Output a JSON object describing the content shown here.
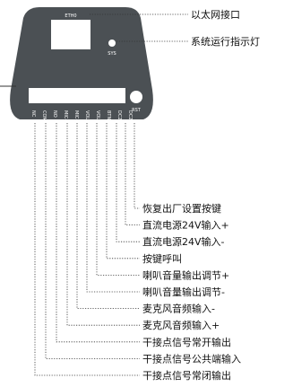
{
  "device": {
    "eth_port": "ETH0",
    "sys_led": "SYS",
    "rst_button": "RST",
    "pins": [
      "NC",
      "COM",
      "NO",
      "MIC-",
      "MIC+",
      "VOL-",
      "VOL+",
      "BTN",
      "DC24V-",
      "DC24V+"
    ]
  },
  "callouts": [
    {
      "id": "eth",
      "text": "以太网接口"
    },
    {
      "id": "sys",
      "text": "系统运行指示灯"
    },
    {
      "id": "rst",
      "text": "恢复出厂设置按键"
    },
    {
      "id": "dcp",
      "text": "直流电源24V输入+"
    },
    {
      "id": "dcm",
      "text": "直流电源24V输入-"
    },
    {
      "id": "btn",
      "text": "按键呼叫"
    },
    {
      "id": "volp",
      "text": "喇叭音量输出调节+"
    },
    {
      "id": "volm",
      "text": "喇叭音量输出调节-"
    },
    {
      "id": "micm",
      "text": "麦克风音频输入-"
    },
    {
      "id": "micp",
      "text": "麦克风音频输入+"
    },
    {
      "id": "no",
      "text": "干接点信号常开输出"
    },
    {
      "id": "com",
      "text": "干接点信号公共端输入"
    },
    {
      "id": "nc",
      "text": "干接点信号常闭输出"
    }
  ]
}
